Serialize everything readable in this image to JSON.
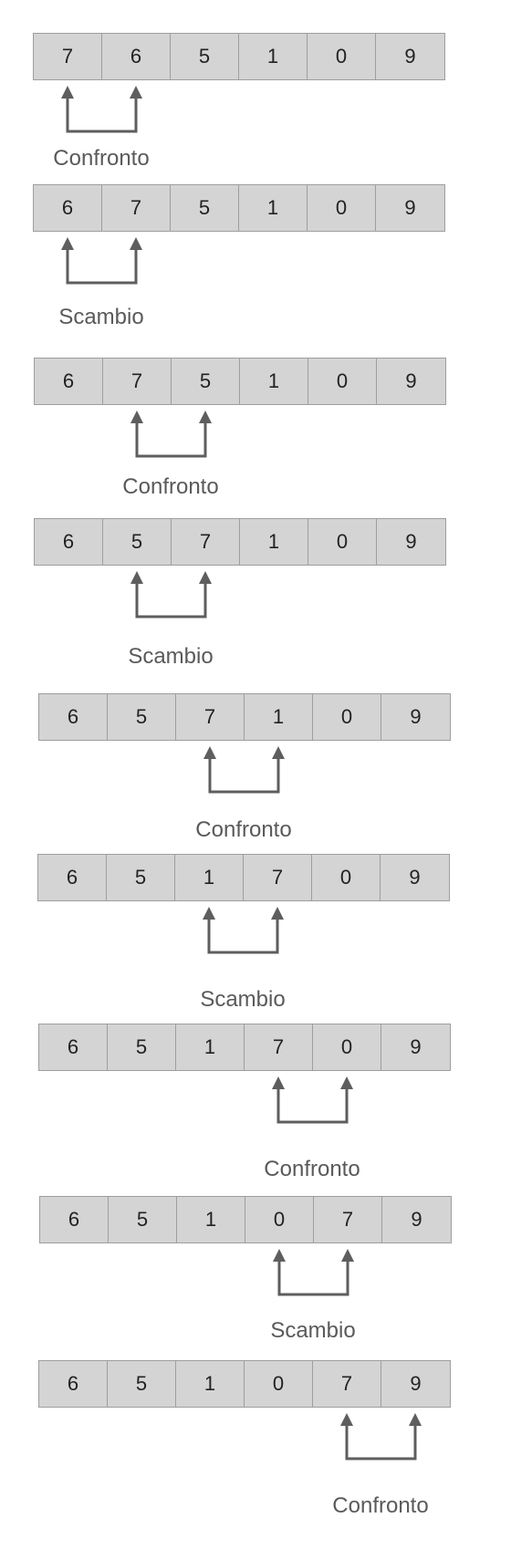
{
  "steps": [
    {
      "values": [
        "7",
        "6",
        "5",
        "1",
        "0",
        "9"
      ],
      "pair": [
        0,
        1
      ],
      "action": "Confronto"
    },
    {
      "values": [
        "6",
        "7",
        "5",
        "1",
        "0",
        "9"
      ],
      "pair": [
        0,
        1
      ],
      "action": "Scambio"
    },
    {
      "values": [
        "6",
        "7",
        "5",
        "1",
        "0",
        "9"
      ],
      "pair": [
        1,
        2
      ],
      "action": "Confronto"
    },
    {
      "values": [
        "6",
        "5",
        "7",
        "1",
        "0",
        "9"
      ],
      "pair": [
        1,
        2
      ],
      "action": "Scambio"
    },
    {
      "values": [
        "6",
        "5",
        "7",
        "1",
        "0",
        "9"
      ],
      "pair": [
        2,
        3
      ],
      "action": "Confronto"
    },
    {
      "values": [
        "6",
        "5",
        "1",
        "7",
        "0",
        "9"
      ],
      "pair": [
        2,
        3
      ],
      "action": "Scambio"
    },
    {
      "values": [
        "6",
        "5",
        "1",
        "7",
        "0",
        "9"
      ],
      "pair": [
        3,
        4
      ],
      "action": "Confronto"
    },
    {
      "values": [
        "6",
        "5",
        "1",
        "0",
        "7",
        "9"
      ],
      "pair": [
        3,
        4
      ],
      "action": "Scambio"
    },
    {
      "values": [
        "6",
        "5",
        "1",
        "0",
        "7",
        "9"
      ],
      "pair": [
        4,
        5
      ],
      "action": "Confronto"
    }
  ],
  "colors": {
    "cell_fill": "#d4d4d4",
    "cell_border": "#9e9e9e",
    "arrow": "#5e5e5e",
    "text": "#222222",
    "label": "#5a5a5a"
  }
}
